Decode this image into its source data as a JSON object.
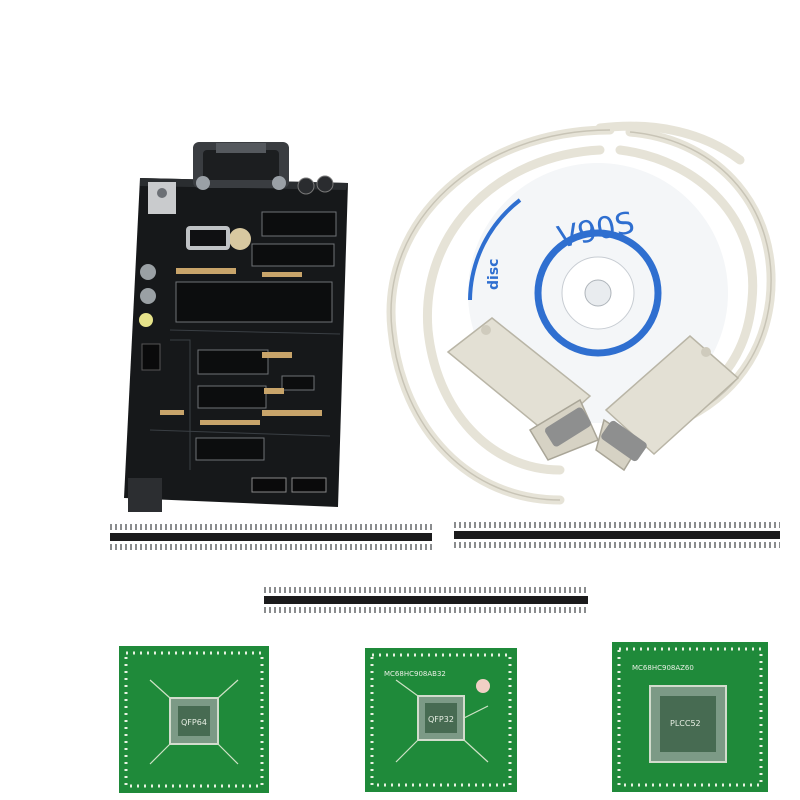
{
  "scene": {
    "background": "#ffffff",
    "colors": {
      "pcb_black": "#16181a",
      "pcb_green": "#1f8a3a",
      "cable": "#e9e6dc",
      "connector": "#e3e0d4",
      "cd_blue": "#2f6fd0"
    }
  },
  "labels": {
    "cd_text": "V90S",
    "cd_brand": "disc",
    "adapter_left": "QFP64",
    "adapter_mid_top": "MC68HC908AB32",
    "adapter_mid": "QFP32",
    "adapter_right_top": "MC68HC908AZ60",
    "adapter_right": "PLCC52"
  }
}
